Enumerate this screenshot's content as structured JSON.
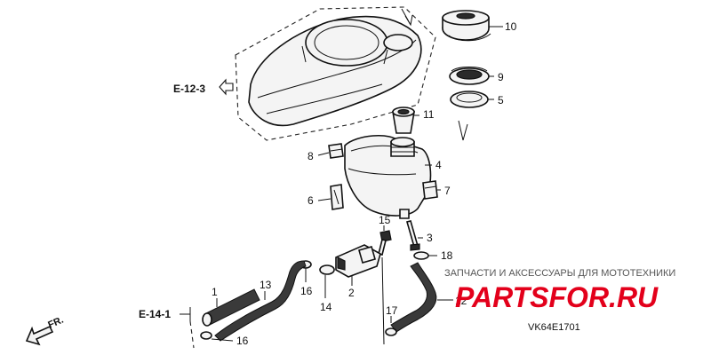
{
  "refs": {
    "upper": "E-12-3",
    "lower": "E-14-1"
  },
  "direction_label": "FR.",
  "callouts": {
    "c1": "1",
    "c2": "2",
    "c3": "3",
    "c4": "4",
    "c5": "5",
    "c6": "6",
    "c7": "7",
    "c8": "8",
    "c9": "9",
    "c10": "10",
    "c11": "11",
    "c12": "12",
    "c13": "13",
    "c14": "14",
    "c15": "15",
    "c16a": "16",
    "c16b": "16",
    "c17": "17",
    "c18": "18"
  },
  "watermark": {
    "tagline": "ЗАПЧАСТИ И АКСЕССУАРЫ ДЛЯ МОТОТЕХНИКИ",
    "logo": "PARTSFOR.RU"
  },
  "diagram_code": "VK64E1701",
  "colors": {
    "logo_red": "#e3001b",
    "line": "#111111"
  }
}
